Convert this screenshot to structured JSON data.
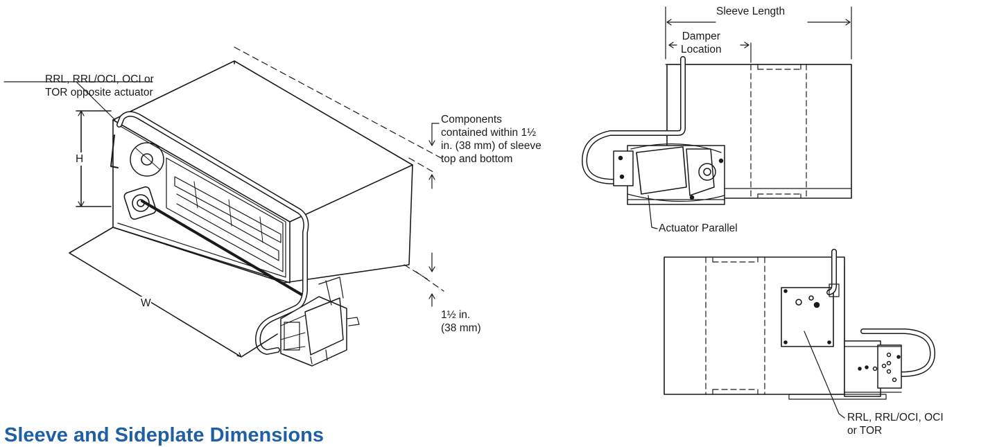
{
  "labels": {
    "rrl_opposite": "RRL, RRL/OCI, OCI or\nTOR opposite actuator",
    "height": "H",
    "width": "W",
    "components": "Components\ncontained within 1½\nin. (38 mm) of sleeve\ntop and bottom",
    "inches": "1½ in.\n(38 mm)",
    "sleeve_length": "Sleeve Length",
    "damper_location": "Damper\nLocation",
    "actuator_parallel": "Actuator Parallel",
    "rrl_bottom": "RRL, RRL/OCI, OCI\nor TOR"
  },
  "section_heading": "Sleeve and Sideplate Dimensions"
}
